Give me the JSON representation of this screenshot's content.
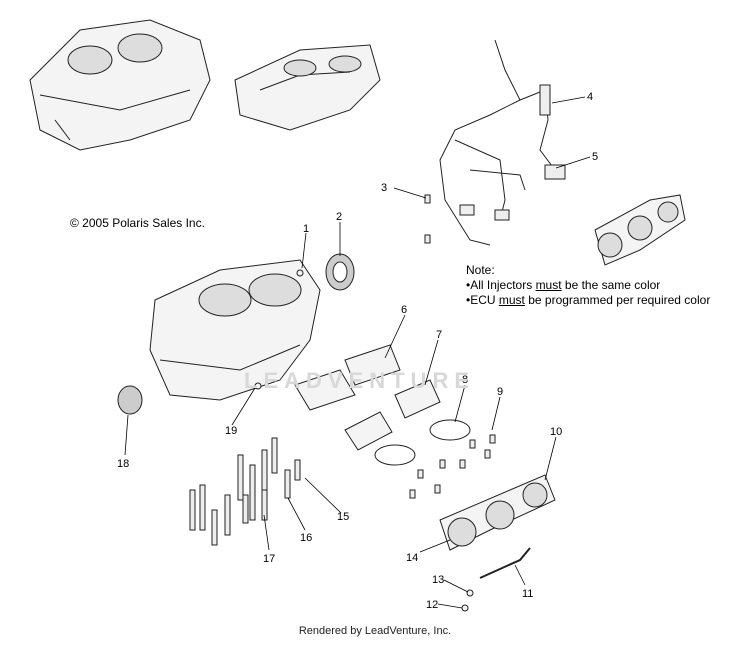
{
  "copyright": "© 2005 Polaris Sales Inc.",
  "footer": "Rendered by LeadVenture, Inc.",
  "watermark": "LEADVENTURE",
  "note": {
    "title": "Note:",
    "line1_pre": "•All Injectors ",
    "line1_em": "must",
    "line1_post": " be the same color",
    "line2_pre": "•ECU ",
    "line2_em": "must",
    "line2_post": " be programmed per required color"
  },
  "callouts": [
    "1",
    "2",
    "3",
    "4",
    "5",
    "6",
    "7",
    "8",
    "9",
    "10",
    "11",
    "12",
    "13",
    "14",
    "15",
    "16",
    "17",
    "18",
    "19"
  ]
}
